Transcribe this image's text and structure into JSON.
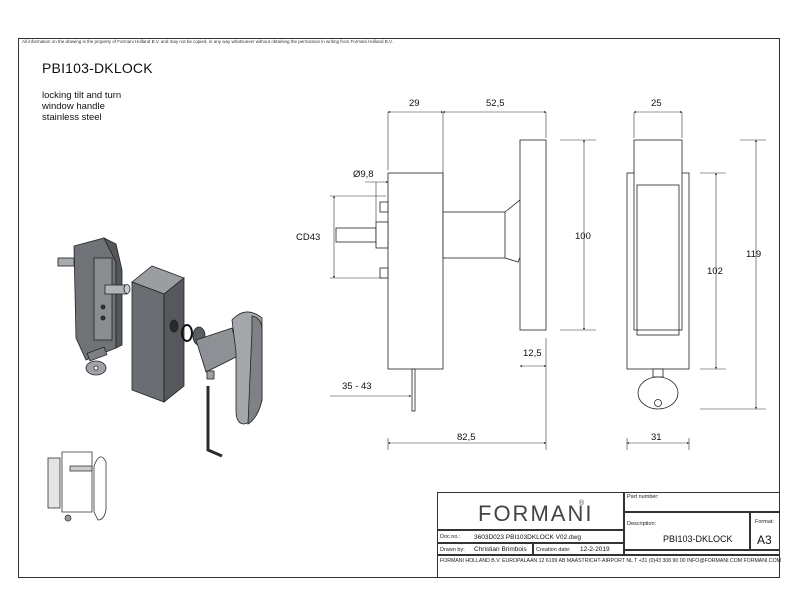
{
  "notice": "All information on the drawing is the property of Formani Holland B.V. and may not be copied, in any way whatsoever without obtaining the permission in writing from Formani Holland B.V.",
  "title": "PBI103-DKLOCK",
  "description": [
    "locking tilt and turn",
    "window handle",
    "stainless steel"
  ],
  "dimensions": {
    "d29": "29",
    "d52_5": "52,5",
    "d25": "25",
    "dia9_8": "Ø9,8",
    "cd43": "CD43",
    "d100": "100",
    "d102": "102",
    "d119": "119",
    "d12_5": "12,5",
    "d35_43": "35 - 43",
    "d82_5": "82,5",
    "d31": "31"
  },
  "title_block": {
    "logo": "FORMANI",
    "logo_mark": "®",
    "part_number_label": "Part number:",
    "part_number": "",
    "description_label": "Description:",
    "description": "PBI103-DKLOCK",
    "format_label": "Format:",
    "format": "A3",
    "doc_no_label": "Doc.no.:",
    "doc_no": "3603D023 PBI103DKLOCK V02.dwg",
    "drawn_by_label": "Drawn by:",
    "drawn_by": "Christian Brimbois",
    "creation_date_label": "Creation date:",
    "creation_date": "12-2-2019",
    "footer": "FORMANI HOLLAND B.V.  EUROPALAAN 12  6199 AB MAASTRICHT-AIRPORT NL  T +31 (0)43 308 90 00 INFO@FORMANI.COM FORMANI.COM"
  }
}
